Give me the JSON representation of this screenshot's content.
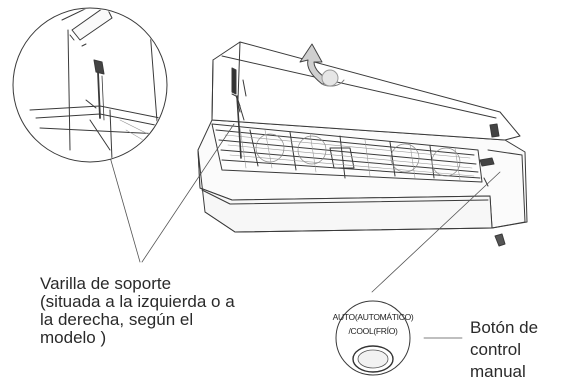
{
  "support_rod_label": {
    "lines": [
      "Varilla de soporte",
      "(situada a la izquierda o a",
      "la derecha, según el",
      "modelo )"
    ]
  },
  "manual_button": {
    "top_text": "AUTO(AUTOMÁTICO)",
    "bottom_text": "/COOL(FRÍO)",
    "label_lines": [
      "Botón de",
      "control",
      "manual"
    ]
  },
  "colors": {
    "line": "#3a3a3a",
    "text": "#2a2a2a",
    "background": "#ffffff"
  }
}
